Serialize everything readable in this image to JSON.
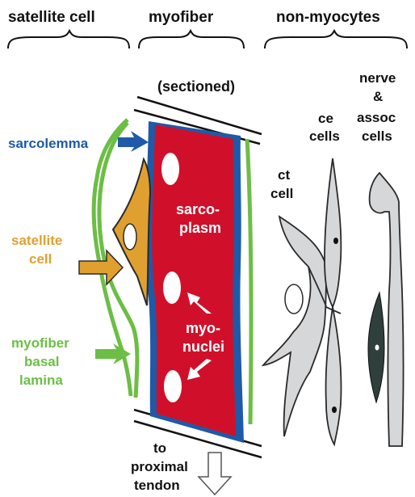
{
  "headers": {
    "satellite_cell": "satellite cell",
    "myofiber": "myofiber",
    "non_myocytes": "non-myocytes"
  },
  "labels": {
    "sectioned": "(sectioned)",
    "sarcolemma": "sarcolemma",
    "satellite_cell": [
      "satellite",
      "cell"
    ],
    "myofiber_basal_lamina": [
      "myofiber",
      "basal",
      "lamina"
    ],
    "sarcoplasm": [
      "sarco-",
      "plasm"
    ],
    "myonuclei": [
      "myo-",
      "nuclei"
    ],
    "to_proximal_tendon": [
      "to",
      "proximal",
      "tendon"
    ],
    "ct_cell": [
      "ct",
      "cell"
    ],
    "ce_cells": [
      "ce",
      "cells"
    ],
    "nerve_assoc_cells": [
      "nerve",
      "&",
      "assoc",
      "cells"
    ]
  },
  "colors": {
    "sarcolemma": "#1e5aa8",
    "sarcoplasm": "#d0102a",
    "satellite": "#e0a030",
    "basal_lamina": "#6cbe45",
    "non_myocyte": "#d6d7d9",
    "nerve_dark": "#2f3f3b",
    "text": "#111111"
  }
}
